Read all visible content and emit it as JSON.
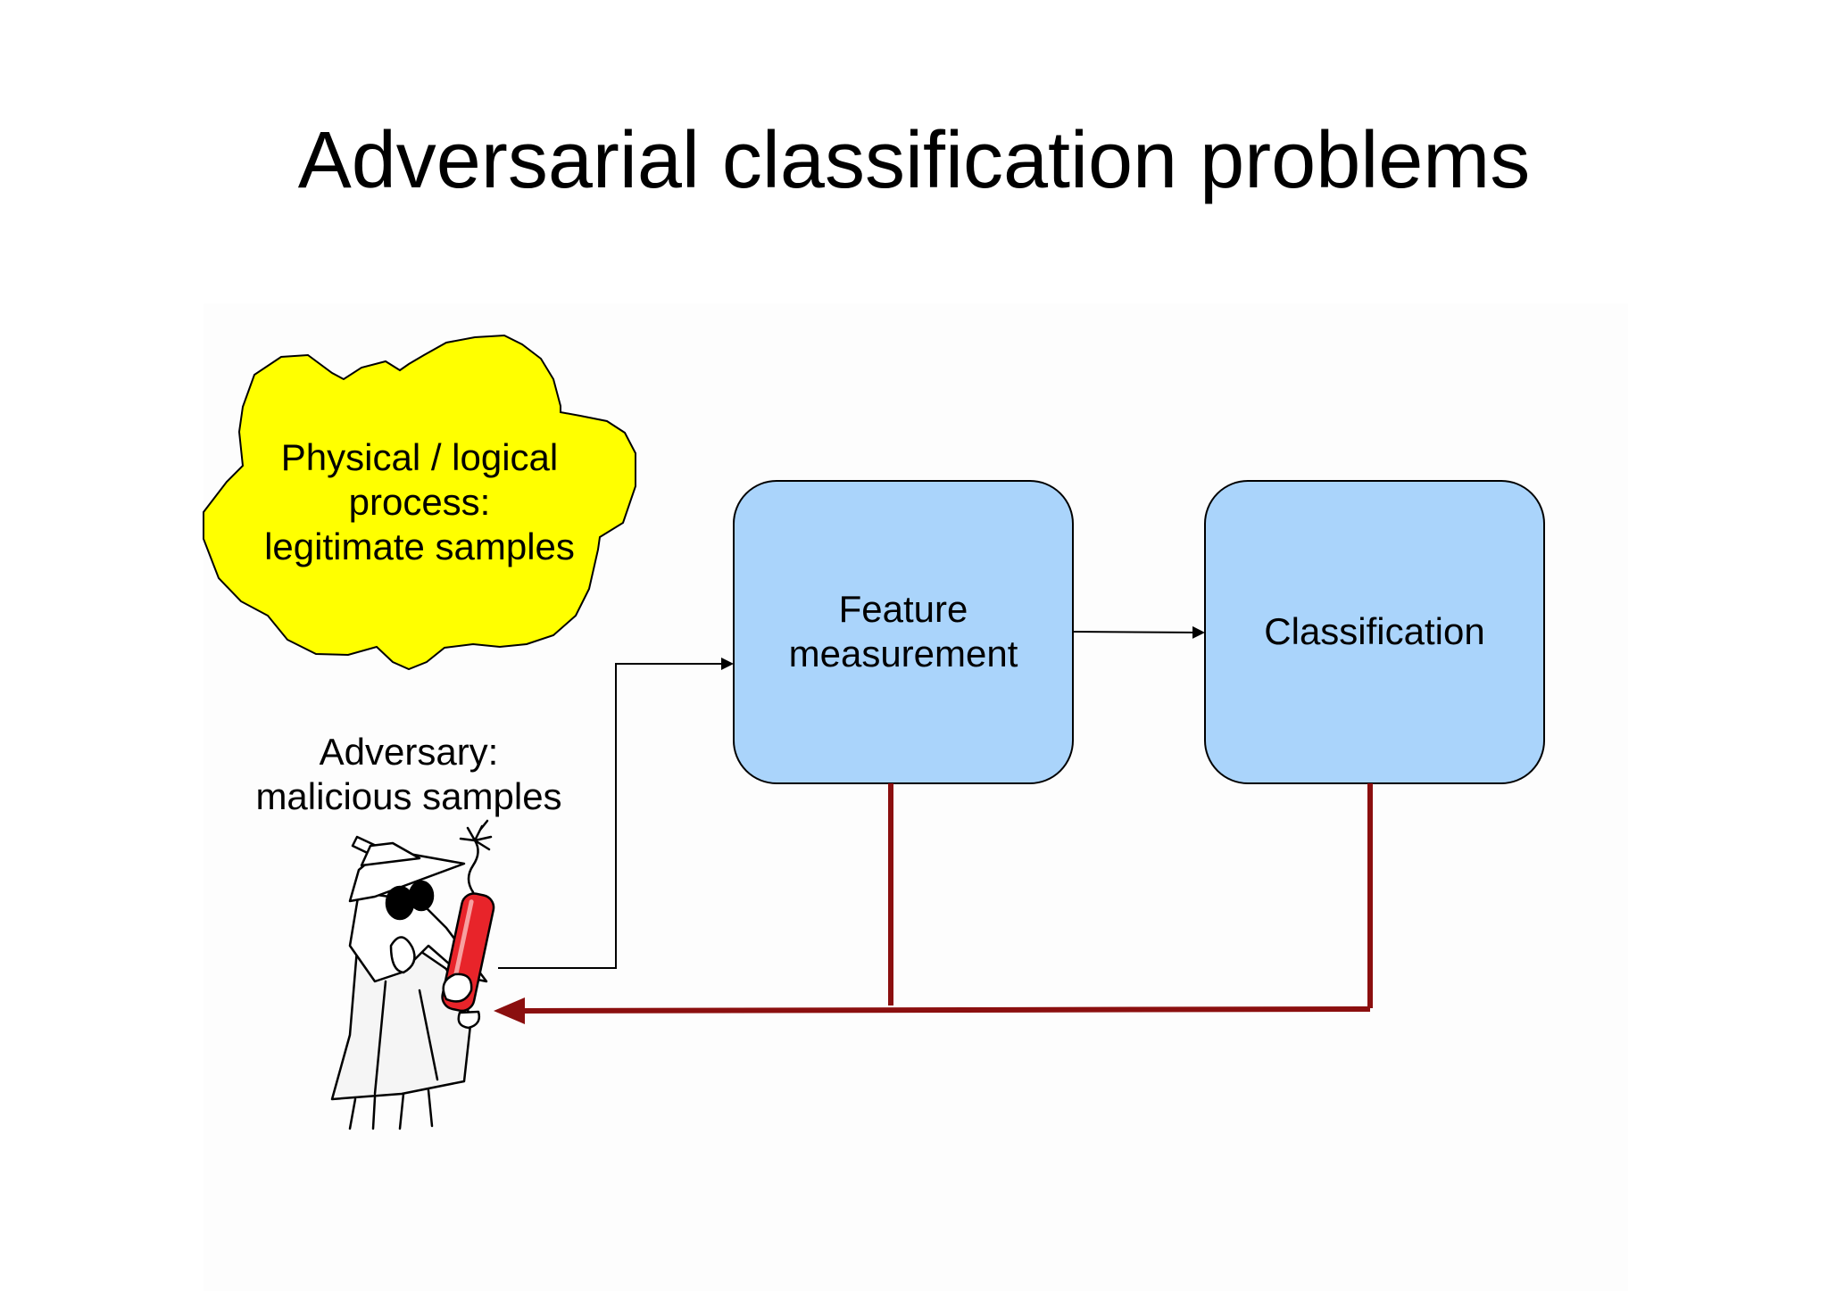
{
  "title": "Adversarial classification problems",
  "cloud": {
    "lines": [
      "Physical / logical",
      "process:",
      "legitimate samples"
    ],
    "fill": "#ffff00"
  },
  "boxes": [
    {
      "lines": [
        "Feature",
        "measurement"
      ],
      "fill": "#aad4fb"
    },
    {
      "lines": [
        "Classification"
      ],
      "fill": "#aad4fb"
    }
  ],
  "adversary": {
    "lines": [
      "Adversary:",
      "malicious samples"
    ],
    "icon": "spy-with-dynamite-icon"
  },
  "colors": {
    "feedback_arrow": "#8b0f0f",
    "flow_arrow": "#000000"
  }
}
